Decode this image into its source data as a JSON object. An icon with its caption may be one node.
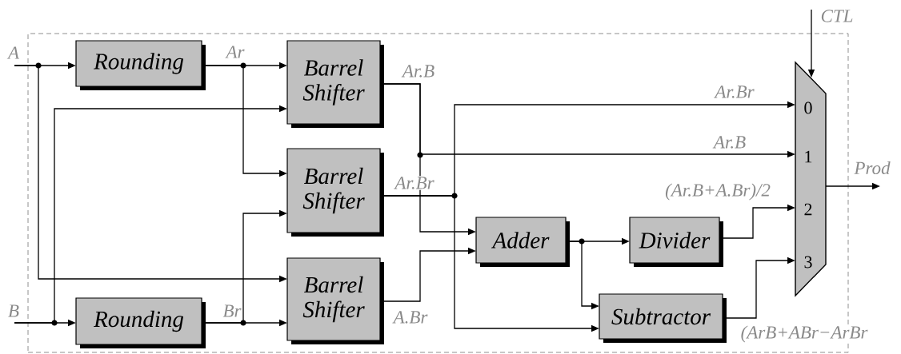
{
  "diagram": {
    "nodes": [
      {
        "text": [],
        "shape": "box"
      },
      {
        "text": [
          "A"
        ]
      },
      {
        "text": [
          "Rounding"
        ],
        "in": 0
      },
      {
        "text": [
          "Barrel Shifter"
        ],
        "in": 0
      },
      {
        "text": [
          "Barrel Shifter"
        ],
        "in": 0
      },
      {
        "text": [
          "Barrel Shifter"
        ],
        "in": 0
      },
      {
        "text": [
          "Rounding"
        ],
        "in": 0
      },
      {
        "text": [
          "B"
        ]
      },
      {
        "text": [
          "Adder"
        ],
        "in": 0
      },
      {
        "text": [
          "Divider"
        ],
        "in": 0
      },
      {
        "text": [
          "Subtractor"
        ],
        "in": 0
      },
      {
        "text": [
          "CTL"
        ]
      },
      {
        "text": [
          "0",
          "1",
          "2",
          "3"
        ],
        "in": 0
      },
      {
        "text": [
          "Prod"
        ]
      }
    ],
    "edges": [
      {
        "from": 1,
        "to": 2,
        "arrow": "to"
      },
      {
        "from": 1,
        "to": 5,
        "arrow": "to"
      },
      {
        "from": 7,
        "to": 6,
        "arrow": "to"
      },
      {
        "from": 7,
        "to": 3,
        "arrow": "to"
      },
      {
        "from": 2,
        "to": 3,
        "arrow": "to",
        "label": "Ar"
      },
      {
        "from": 2,
        "to": 4,
        "arrow": "to"
      },
      {
        "from": 6,
        "to": 5,
        "arrow": "to",
        "label": "Br"
      },
      {
        "from": 6,
        "to": 4,
        "arrow": "to"
      },
      {
        "from": 3,
        "to": 12,
        "arrow": "to",
        "label": "Ar.B"
      },
      {
        "from": 3,
        "to": 8,
        "arrow": "to",
        "label": "Ar.B"
      },
      {
        "from": 4,
        "to": 12,
        "arrow": "to",
        "label": "Ar.Br"
      },
      {
        "from": 4,
        "to": 10,
        "arrow": "to",
        "label": "Ar.Br"
      },
      {
        "from": 5,
        "to": 8,
        "arrow": "to",
        "label": "A.Br"
      },
      {
        "from": 8,
        "to": 9,
        "arrow": "to"
      },
      {
        "from": 8,
        "to": 10,
        "arrow": "to"
      },
      {
        "from": 9,
        "to": 12,
        "arrow": "to",
        "label": "(Ar.B+A.Br)/2"
      },
      {
        "from": 10,
        "to": 12,
        "arrow": "to",
        "label": "(ArB+ABr−ArBr"
      },
      {
        "from": 11,
        "to": 12,
        "arrow": "to"
      },
      {
        "from": 12,
        "to": 13,
        "arrow": "to"
      }
    ]
  }
}
